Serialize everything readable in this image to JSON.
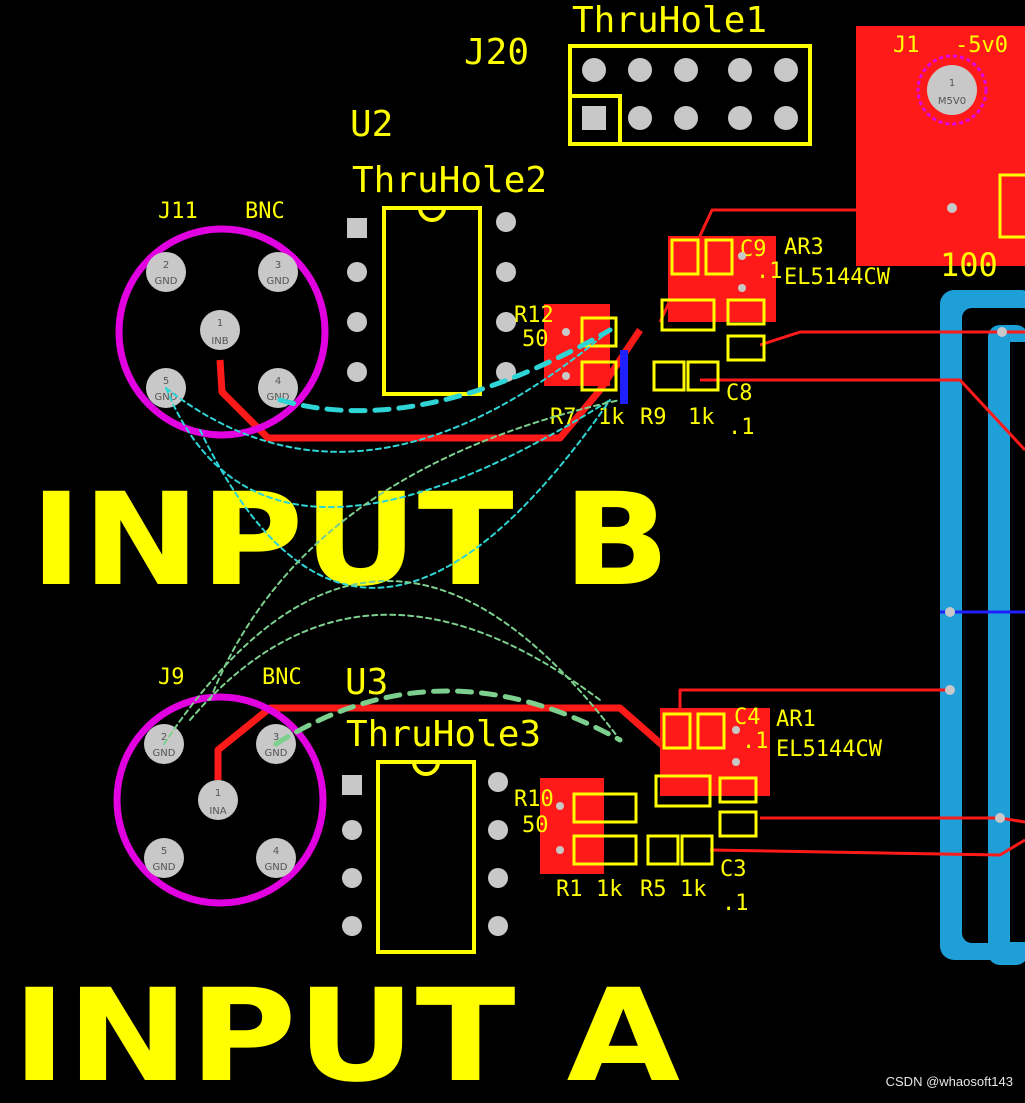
{
  "colors": {
    "background": "#000000",
    "silkscreen": "#ffff00",
    "copper_top": "#ff1a1a",
    "bnc_ring": "#e000e0",
    "pad": "#c8c8c8",
    "ratsnest": "#2fd4d4",
    "ratsnest_green": "#7ccf8c",
    "copper_plane": "#1e9fd8",
    "via_blue": "#2020ff"
  },
  "labels": {
    "input_b": "INPUT B",
    "input_a": "INPUT A",
    "j20": "J20",
    "thruhole1": "ThruHole1",
    "u2": "U2",
    "thruhole2": "ThruHole2",
    "u3": "U3",
    "thruhole3": "ThruHole3",
    "j11": "J11",
    "j11_bnc": "BNC",
    "j9": "J9",
    "j9_bnc": "BNC",
    "j1": "J1",
    "j1_value": "-5v0",
    "j1_pad_num": "1",
    "j1_pad_net": "M5V0",
    "value_100": "100",
    "ar3": "AR3",
    "ar3_part": "EL5144CW",
    "c9": "C9",
    "c9_value": ".1",
    "r12": "R12",
    "r12_value": "50",
    "r7": "R7",
    "r7_value": "1k",
    "r9": "R9",
    "r9_value": "1k",
    "c8": "C8",
    "c8_value": ".1",
    "ar1": "AR1",
    "ar1_part": "EL5144CW",
    "c4": "C4",
    "c4_value": ".1",
    "r10": "R10",
    "r10_value": "50",
    "r1": "R1",
    "r1_value": "1k",
    "r5": "R5",
    "r5_value": "1k",
    "c3": "C3",
    "c3_value": ".1"
  },
  "j11_pads": [
    {
      "num": "2",
      "net": "GND"
    },
    {
      "num": "3",
      "net": "GND"
    },
    {
      "num": "1",
      "net": "INB"
    },
    {
      "num": "5",
      "net": "GND"
    },
    {
      "num": "4",
      "net": "GND"
    }
  ],
  "j9_pads": [
    {
      "num": "2",
      "net": "GND"
    },
    {
      "num": "3",
      "net": "GND"
    },
    {
      "num": "1",
      "net": "INA"
    },
    {
      "num": "5",
      "net": "GND"
    },
    {
      "num": "4",
      "net": "GND"
    }
  ],
  "watermark": "CSDN @whaosoft143"
}
